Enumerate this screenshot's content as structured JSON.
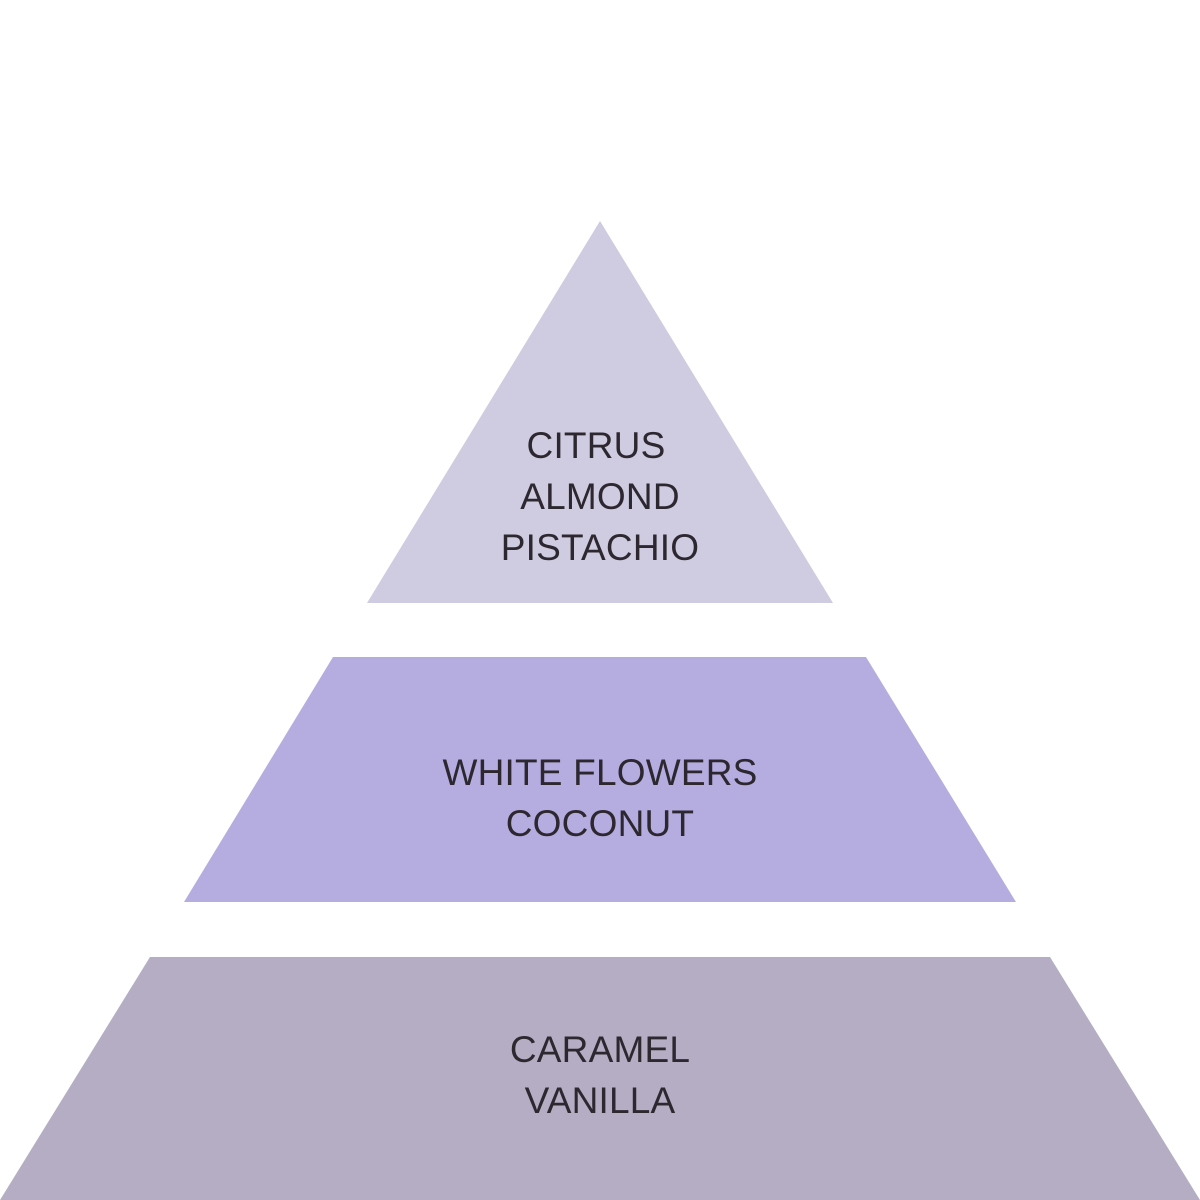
{
  "pyramid": {
    "top": {
      "lines": [
        "CITRUS",
        "ALMOND",
        "PISTACHIO"
      ],
      "color": "#cfcbe0"
    },
    "middle": {
      "lines": [
        "WHITE FLOWERS",
        "COCONUT"
      ],
      "color": "#b5ade0"
    },
    "base": {
      "lines": [
        "CARAMEL",
        "VANILLA"
      ],
      "color": "#b5adc3"
    }
  }
}
